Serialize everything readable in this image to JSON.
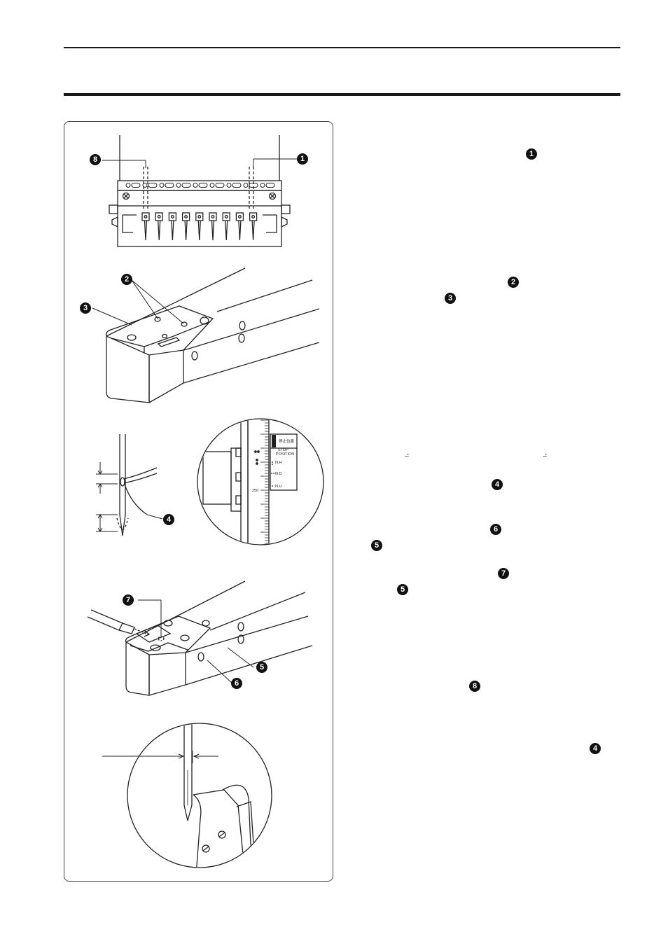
{
  "markers": {
    "m1": "1",
    "m2": "2",
    "m3": "3",
    "m4": "4",
    "m5": "5",
    "m6": "6",
    "m7": "7",
    "m8": "8"
  },
  "figure": {
    "scale_labels": {
      "stop_title": "停止位置",
      "stop": "STOP",
      "position": "POSITION",
      "nh": "N.H",
      "nd": "N.D",
      "nu": "N.U",
      "tick": "250"
    },
    "callouts": {
      "c8": "8",
      "c1": "1",
      "c2": "2",
      "c3": "3",
      "c4": "4",
      "c7": "7",
      "c5": "5",
      "c6": "6"
    }
  },
  "text_icons": {
    "dots": "⠴"
  }
}
